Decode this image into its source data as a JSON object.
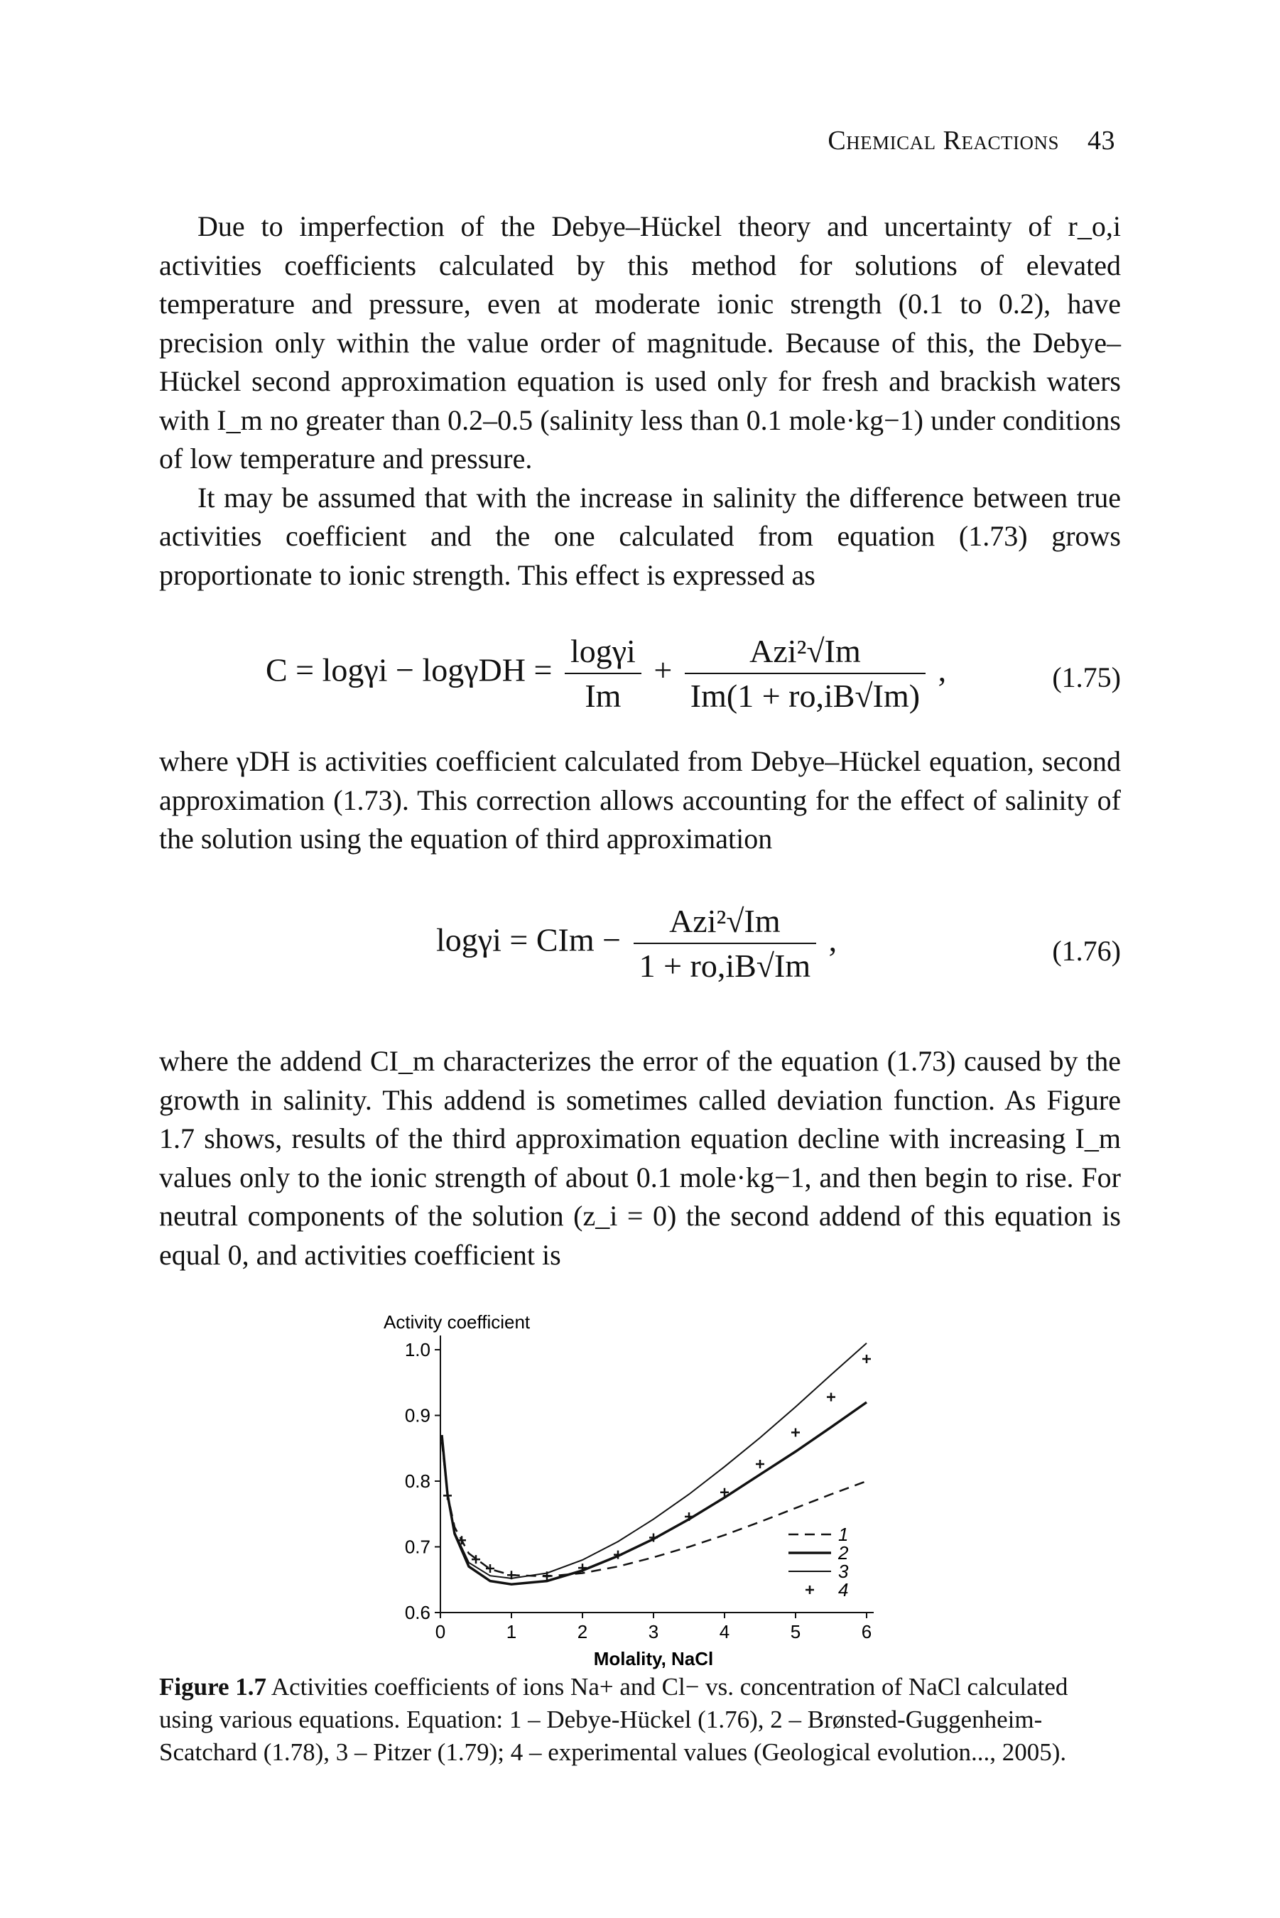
{
  "header": {
    "title": "Chemical Reactions",
    "page_number": "43"
  },
  "paragraphs": [
    "Due to imperfection of the Debye–Hückel theory and uncertainty of r_o,i activities coefficients calculated by this method for solutions of elevated temperature and pressure, even at moderate ionic strength (0.1 to 0.2), have precision only within the value order of magnitude. Because of this, the Debye–Hückel second approximation equation is used only for fresh and brackish waters with I_m no greater than 0.2–0.5 (salinity less than 0.1 mole·kg−1) under conditions of low temperature and pressure.",
    "It may be assumed that with the increase in salinity the difference between true activities coefficient and the one calculated from equation (1.73) grows proportionate to ionic strength. This effect is expressed as",
    "where γDH is activities coefficient calculated from Debye–Hückel equation, second approximation (1.73). This correction allows accounting for the effect of salinity of the solution using the equation of third approximation",
    "where the addend CI_m characterizes the error of the equation (1.73) caused by the growth in salinity. This addend is sometimes called deviation function. As Figure 1.7 shows, results of the third approximation equation decline with increasing I_m values only to the ionic strength of about 0.1 mole·kg−1, and then begin to rise. For neutral components of the solution (z_i = 0) the second addend of this equation is equal 0, and activities coefficient is"
  ],
  "equations": [
    {
      "number": "(1.75)",
      "lhs": "C = logγi − logγDH =",
      "frac1_num": "logγi",
      "frac1_den": "Im",
      "plus": "+",
      "frac2_num": "Azi²√Im",
      "frac2_den": "Im(1 + ro,iB√Im)",
      "tail": ","
    },
    {
      "number": "(1.76)",
      "lhs": "logγi = CIm −",
      "frac_num": "Azi²√Im",
      "frac_den": "1 + ro,iB√Im",
      "tail": ","
    }
  ],
  "figure": {
    "caption_label": "Figure 1.7",
    "caption_text": "Activities coefficients of ions Na+ and Cl− vs. concentration of NaCl calculated using various equations. Equation: 1 – Debye-Hückel (1.76), 2 – Brønsted-Guggenheim-Scatchard (1.78), 3 – Pitzer (1.79); 4 – experimental values (Geological evolution..., 2005).",
    "chart_data": {
      "type": "line",
      "ylabel": "Activity coefficient",
      "xlabel": "Molality, NaCl",
      "xlim": [
        0,
        6
      ],
      "ylim": [
        0.6,
        1.0
      ],
      "x_ticks": [
        "0",
        "1",
        "2",
        "3",
        "4",
        "5",
        "6"
      ],
      "y_ticks": [
        "0.6",
        "0.7",
        "0.8",
        "0.9",
        "1.0"
      ],
      "legend_position": "bottom-right",
      "series": [
        {
          "name": "1",
          "style": "dashed",
          "x": [
            0.02,
            0.1,
            0.2,
            0.4,
            0.7,
            1.0,
            1.5,
            2.0,
            2.5,
            3.0,
            3.5,
            4.0,
            4.5,
            5.0,
            5.5,
            6.0
          ],
          "y": [
            0.86,
            0.78,
            0.73,
            0.69,
            0.666,
            0.657,
            0.655,
            0.66,
            0.67,
            0.684,
            0.7,
            0.718,
            0.738,
            0.759,
            0.78,
            0.8
          ]
        },
        {
          "name": "2",
          "style": "solid",
          "x": [
            0.02,
            0.1,
            0.2,
            0.4,
            0.7,
            1.0,
            1.5,
            2.0,
            2.5,
            3.0,
            3.5,
            4.0,
            4.5,
            5.0,
            5.5,
            6.0
          ],
          "y": [
            0.87,
            0.78,
            0.72,
            0.67,
            0.648,
            0.643,
            0.648,
            0.664,
            0.686,
            0.712,
            0.742,
            0.775,
            0.81,
            0.845,
            0.882,
            0.92
          ]
        },
        {
          "name": "3",
          "style": "thin",
          "x": [
            0.02,
            0.1,
            0.2,
            0.4,
            0.7,
            1.0,
            1.5,
            2.0,
            2.5,
            3.0,
            3.5,
            4.0,
            4.5,
            5.0,
            5.5,
            6.0
          ],
          "y": [
            0.87,
            0.78,
            0.722,
            0.676,
            0.656,
            0.652,
            0.66,
            0.68,
            0.708,
            0.742,
            0.78,
            0.822,
            0.866,
            0.913,
            0.962,
            1.01
          ]
        },
        {
          "name": "4",
          "style": "markers",
          "x": [
            0.1,
            0.3,
            0.5,
            0.7,
            1.0,
            1.5,
            2.0,
            2.5,
            3.0,
            3.5,
            4.0,
            4.5,
            5.0,
            5.5,
            6.0
          ],
          "y": [
            0.778,
            0.71,
            0.681,
            0.667,
            0.657,
            0.656,
            0.668,
            0.688,
            0.714,
            0.746,
            0.783,
            0.826,
            0.874,
            0.928,
            0.986
          ]
        }
      ]
    }
  }
}
